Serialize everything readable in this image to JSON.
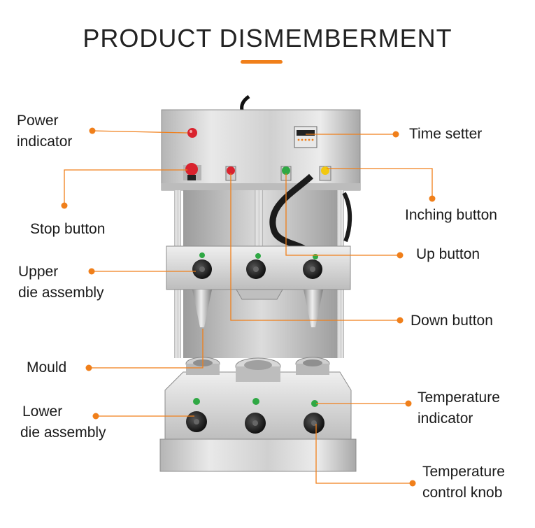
{
  "header": {
    "title": "PRODUCT DISMEMBERMENT",
    "accent_color": "#f07f1a"
  },
  "labels": {
    "power_indicator_line1": "Power",
    "power_indicator_line2": "indicator",
    "time_setter": "Time setter",
    "stop_button": "Stop button",
    "inching_button": "Inching button",
    "upper_die_line1": "Upper",
    "upper_die_line2": "die assembly",
    "up_button": "Up button",
    "down_button": "Down button",
    "mould": "Mould",
    "temperature_indicator_line1": "Temperature",
    "temperature_indicator_line2": "indicator",
    "lower_die_line1": "Lower",
    "lower_die_line2": "die assembly",
    "temperature_knob_line1": "Temperature",
    "temperature_knob_line2": "control knob"
  },
  "colors": {
    "leader_line": "#f07f1a",
    "steel_light": "#e4e4e4",
    "steel_dark": "#a9a9a9",
    "button_red": "#d9232e",
    "button_green": "#2fa844",
    "button_yellow": "#f2c80f"
  }
}
